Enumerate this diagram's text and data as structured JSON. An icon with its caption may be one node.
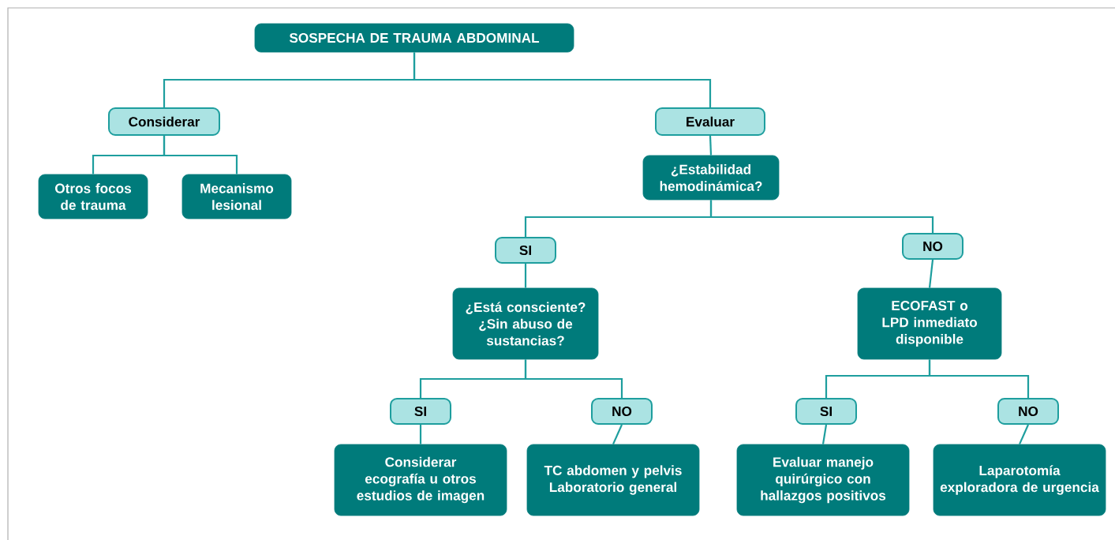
{
  "diagram": {
    "nodes": [
      {
        "text": [
          "SOSPECHA DE TRAUMA ABDOMINAL"
        ]
      },
      {
        "text": [
          "Considerar"
        ]
      },
      {
        "text": [
          "Evaluar"
        ]
      },
      {
        "text": [
          "Otros focos de trauma"
        ]
      },
      {
        "text": [
          "Mecanismo lesional"
        ]
      },
      {
        "text": [
          "¿Estabilidad hemodinámica?"
        ]
      },
      {
        "text": [
          "SI"
        ]
      },
      {
        "text": [
          "NO"
        ]
      },
      {
        "text": [
          "¿Está consciente? ¿Sin abuso de sustancias?"
        ]
      },
      {
        "text": [
          "ECOFAST o LPD inmediato disponible"
        ]
      },
      {
        "text": [
          "SI"
        ]
      },
      {
        "text": [
          "NO"
        ]
      },
      {
        "text": [
          "SI"
        ]
      },
      {
        "text": [
          "NO"
        ]
      },
      {
        "text": [
          "Considerar ecografía u otros estudios de imagen"
        ]
      },
      {
        "text": [
          "TC abdomen y pelvis Laboratorio general"
        ]
      },
      {
        "text": [
          "Evaluar manejo quirúrgico con hallazgos positivos"
        ]
      },
      {
        "text": [
          "Laparotomía exploradora de urgencia"
        ]
      }
    ],
    "edges": [
      {
        "from": 0,
        "to": 1,
        "arrow": "none"
      },
      {
        "from": 0,
        "to": 2,
        "arrow": "none"
      },
      {
        "from": 1,
        "to": 3,
        "arrow": "none"
      },
      {
        "from": 1,
        "to": 4,
        "arrow": "none"
      },
      {
        "from": 2,
        "to": 5,
        "arrow": "none"
      },
      {
        "from": 5,
        "to": 6,
        "arrow": "none"
      },
      {
        "from": 5,
        "to": 7,
        "arrow": "none"
      },
      {
        "from": 6,
        "to": 8,
        "arrow": "none"
      },
      {
        "from": 7,
        "to": 9,
        "arrow": "none"
      },
      {
        "from": 8,
        "to": 10,
        "arrow": "none"
      },
      {
        "from": 8,
        "to": 11,
        "arrow": "none"
      },
      {
        "from": 9,
        "to": 12,
        "arrow": "none"
      },
      {
        "from": 9,
        "to": 13,
        "arrow": "none"
      },
      {
        "from": 10,
        "to": 14,
        "arrow": "none"
      },
      {
        "from": 11,
        "to": 15,
        "arrow": "none"
      },
      {
        "from": 12,
        "to": 16,
        "arrow": "none"
      },
      {
        "from": 13,
        "to": 17,
        "arrow": "none"
      }
    ]
  }
}
